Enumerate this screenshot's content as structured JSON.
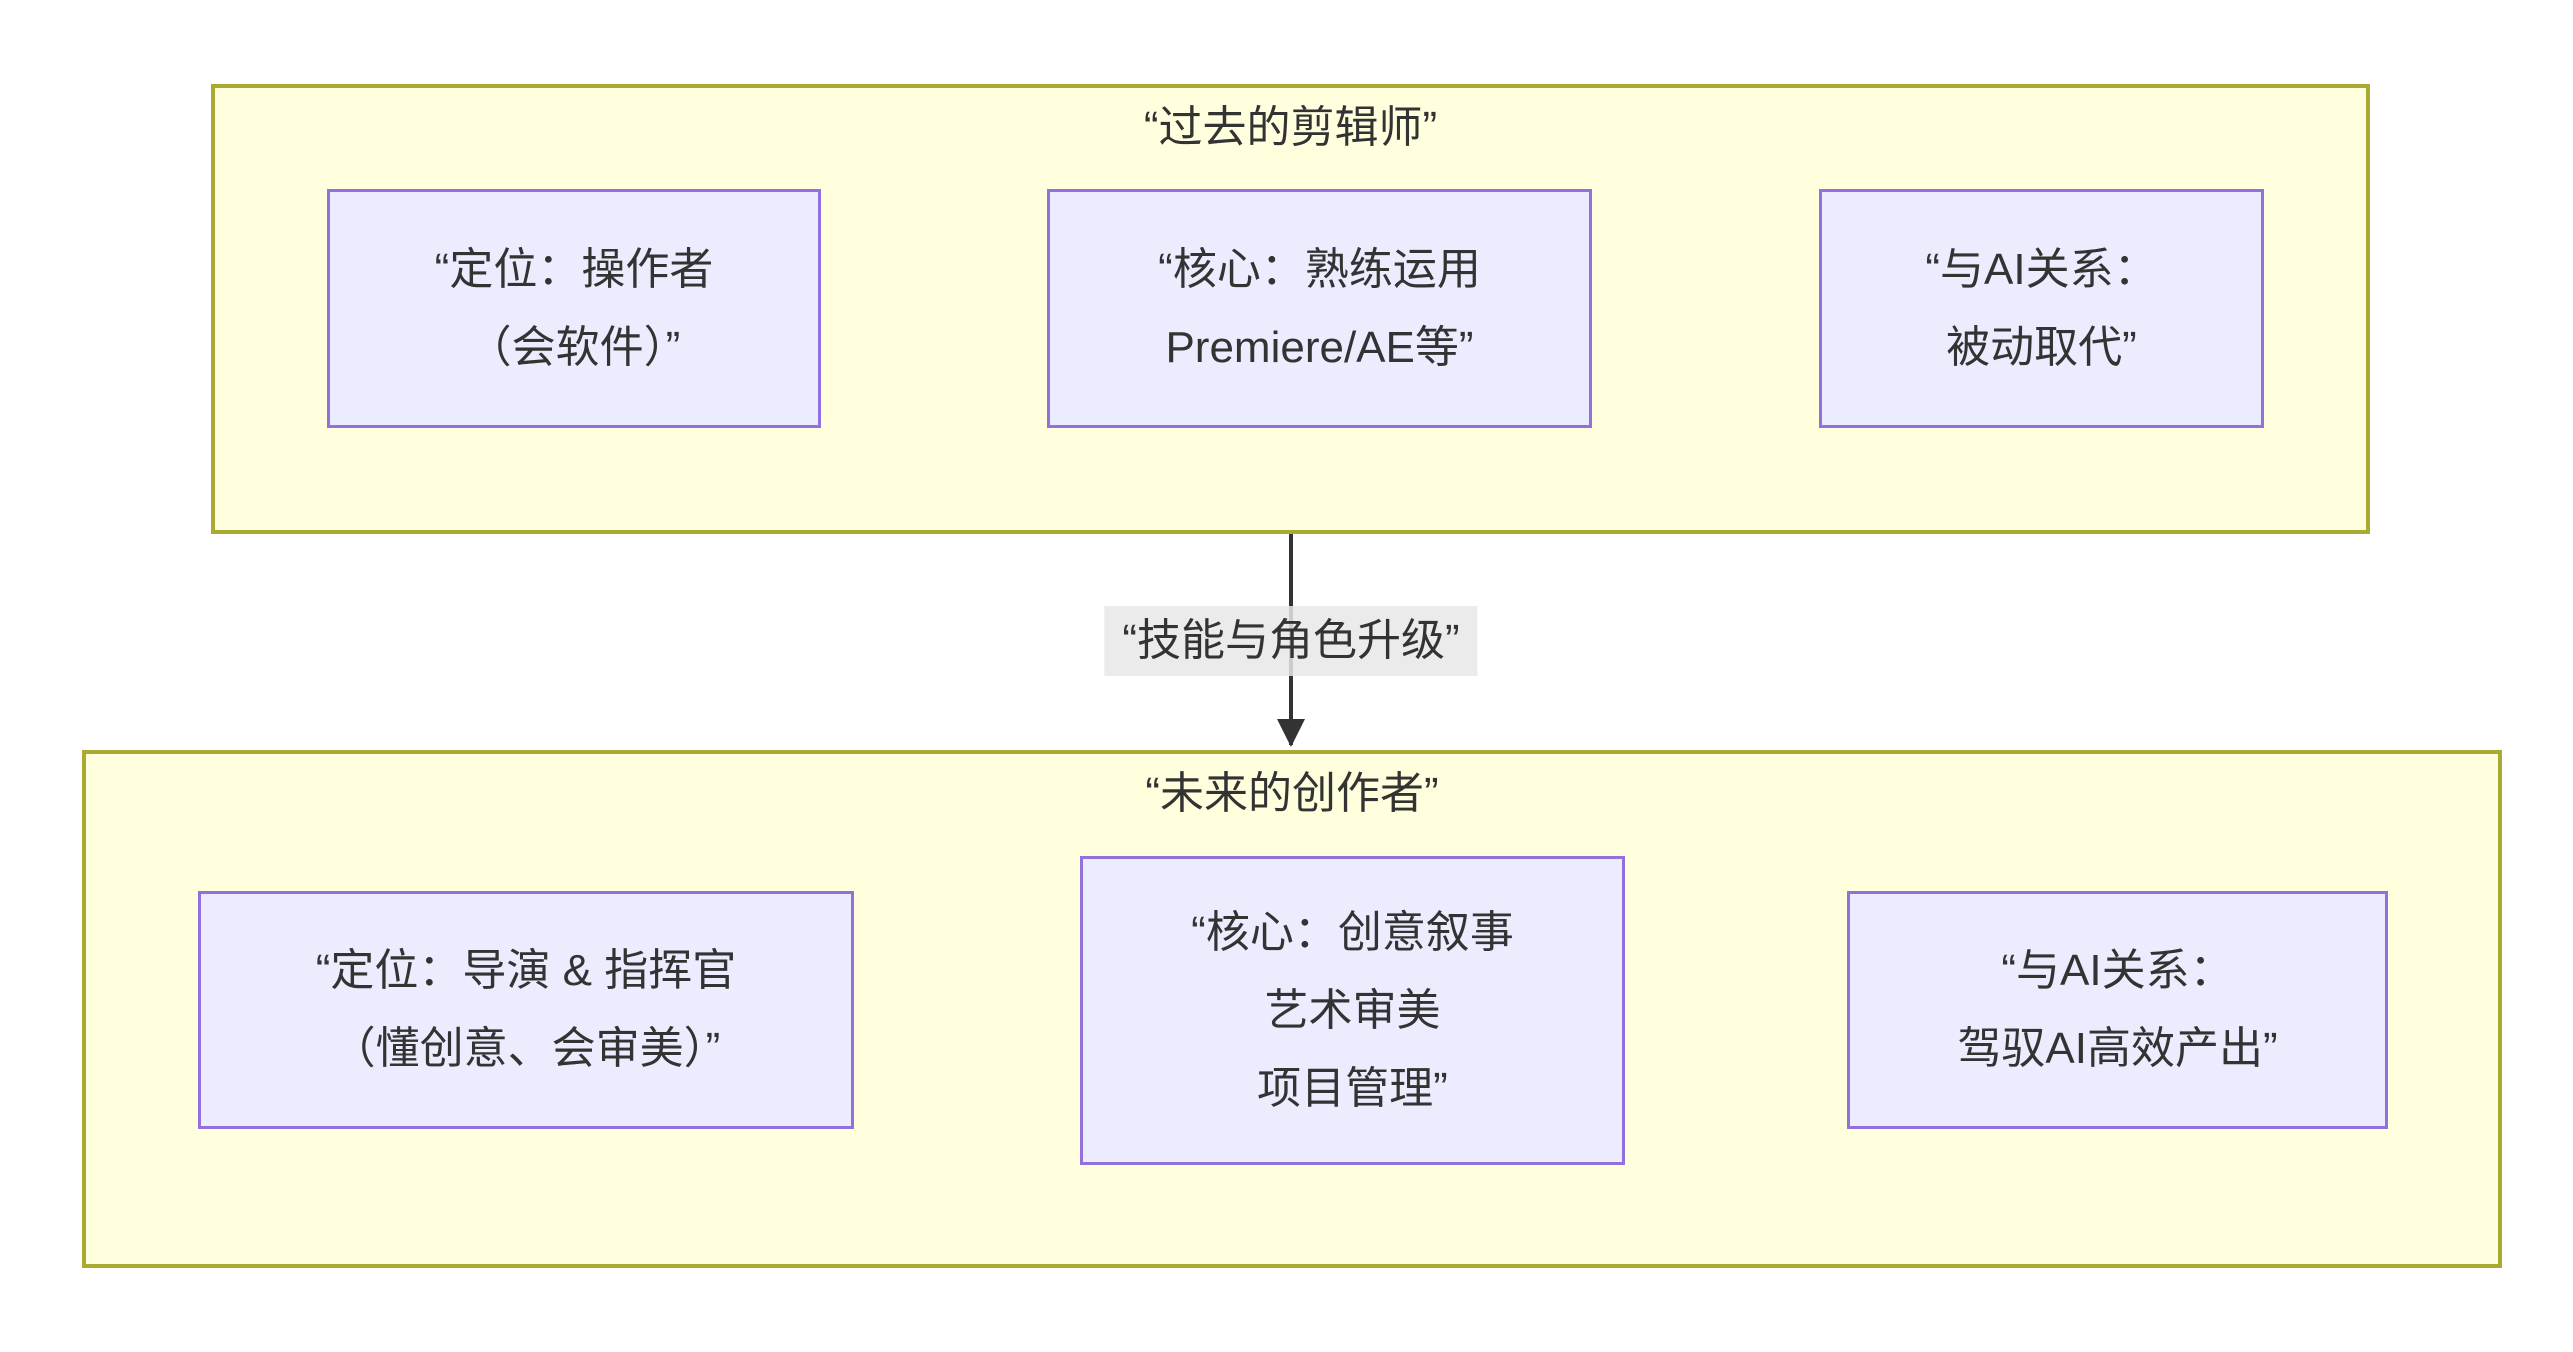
{
  "diagram": {
    "type": "flowchart",
    "edge_label": "“技能与角色升级”",
    "colors": {
      "page_background": "#ffffff",
      "cluster_fill": "#ffffde",
      "cluster_border": "#aaaa33",
      "node_fill": "#ececff",
      "node_border": "#9370db",
      "text": "#333333",
      "arrow": "#333333",
      "edge_label_background": "#e8e8e8"
    },
    "clusters": [
      {
        "title": "“过去的剪辑师”",
        "nodes": [
          {
            "lines": [
              "“定位：操作者",
              "（会软件）”"
            ]
          },
          {
            "lines": [
              "“核心：熟练运用",
              "Premiere/AE等”"
            ]
          },
          {
            "lines": [
              "“与AI关系：",
              "被动取代”"
            ]
          }
        ]
      },
      {
        "title": "“未来的创作者”",
        "nodes": [
          {
            "lines": [
              "“定位：导演 & 指挥官",
              "（懂创意、会审美）”"
            ]
          },
          {
            "lines": [
              "“核心：创意叙事",
              "艺术审美",
              "项目管理”"
            ]
          },
          {
            "lines": [
              "“与AI关系：",
              "驾驭AI高效产出”"
            ]
          }
        ]
      }
    ]
  }
}
